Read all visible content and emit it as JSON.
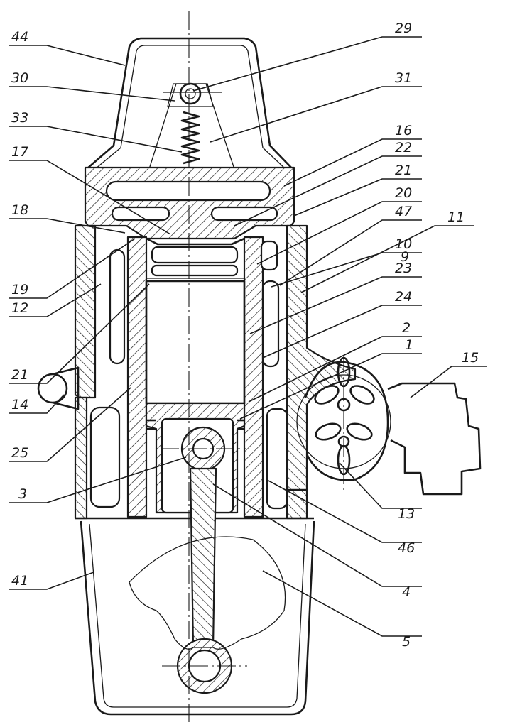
{
  "labels": {
    "l44": "44",
    "l29": "29",
    "l30": "30",
    "l31": "31",
    "l33": "33",
    "l16": "16",
    "l22": "22",
    "l17": "17",
    "l21a": "21",
    "l20": "20",
    "l18": "18",
    "l47": "47",
    "l11": "11",
    "l10": "10",
    "l9": "9",
    "l19": "19",
    "l12": "12",
    "l23": "23",
    "l21b": "21",
    "l24": "24",
    "l2": "2",
    "l1": "1",
    "l15": "15",
    "l14": "14",
    "l25": "25",
    "l3": "3",
    "l13": "13",
    "l46": "46",
    "l4": "4",
    "l41": "41",
    "l5": "5"
  }
}
